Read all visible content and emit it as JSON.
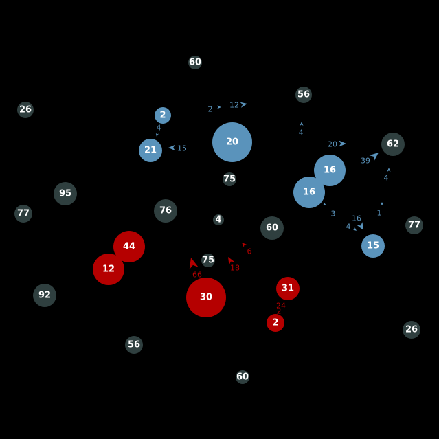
{
  "colors": {
    "background": "#000000",
    "gray": "#2f3f3f",
    "blue": "#5a93bb",
    "red": "#b50000",
    "node_text": "#ffffff"
  },
  "nodes": [
    {
      "id": "n1",
      "label": "60",
      "group": "gray"
    },
    {
      "id": "n2",
      "label": "26",
      "group": "gray"
    },
    {
      "id": "n3",
      "label": "2",
      "group": "blue"
    },
    {
      "id": "n4",
      "label": "20",
      "group": "blue"
    },
    {
      "id": "n5",
      "label": "56",
      "group": "gray"
    },
    {
      "id": "n6",
      "label": "21",
      "group": "blue"
    },
    {
      "id": "n7",
      "label": "62",
      "group": "gray"
    },
    {
      "id": "n8",
      "label": "16",
      "group": "blue"
    },
    {
      "id": "n9",
      "label": "75",
      "group": "gray"
    },
    {
      "id": "n10",
      "label": "95",
      "group": "gray"
    },
    {
      "id": "n11",
      "label": "16",
      "group": "blue"
    },
    {
      "id": "n12",
      "label": "77",
      "group": "gray"
    },
    {
      "id": "n13",
      "label": "76",
      "group": "gray"
    },
    {
      "id": "n14",
      "label": "4",
      "group": "gray"
    },
    {
      "id": "n15",
      "label": "60",
      "group": "gray"
    },
    {
      "id": "n16",
      "label": "77",
      "group": "gray"
    },
    {
      "id": "n17",
      "label": "44",
      "group": "red"
    },
    {
      "id": "n18",
      "label": "15",
      "group": "blue"
    },
    {
      "id": "n19",
      "label": "75",
      "group": "gray"
    },
    {
      "id": "n20",
      "label": "12",
      "group": "red"
    },
    {
      "id": "n21",
      "label": "31",
      "group": "red"
    },
    {
      "id": "n22",
      "label": "92",
      "group": "gray"
    },
    {
      "id": "n23",
      "label": "30",
      "group": "red"
    },
    {
      "id": "n24",
      "label": "2",
      "group": "red"
    },
    {
      "id": "n25",
      "label": "26",
      "group": "gray"
    },
    {
      "id": "n26",
      "label": "56",
      "group": "gray"
    },
    {
      "id": "n27",
      "label": "60",
      "group": "gray"
    }
  ],
  "edge_labels": [
    {
      "label": "2",
      "group": "blue"
    },
    {
      "label": "12",
      "group": "blue"
    },
    {
      "label": "4",
      "group": "blue"
    },
    {
      "label": "15",
      "group": "blue"
    },
    {
      "label": "4",
      "group": "blue"
    },
    {
      "label": "20",
      "group": "blue"
    },
    {
      "label": "39",
      "group": "blue"
    },
    {
      "label": "4",
      "group": "blue"
    },
    {
      "label": "3",
      "group": "blue"
    },
    {
      "label": "16",
      "group": "blue"
    },
    {
      "label": "4",
      "group": "blue"
    },
    {
      "label": "1",
      "group": "blue"
    },
    {
      "label": "6",
      "group": "red"
    },
    {
      "label": "18",
      "group": "red"
    },
    {
      "label": "66",
      "group": "red"
    },
    {
      "label": "24",
      "group": "red"
    },
    {
      "label": "2",
      "group": "red"
    }
  ]
}
